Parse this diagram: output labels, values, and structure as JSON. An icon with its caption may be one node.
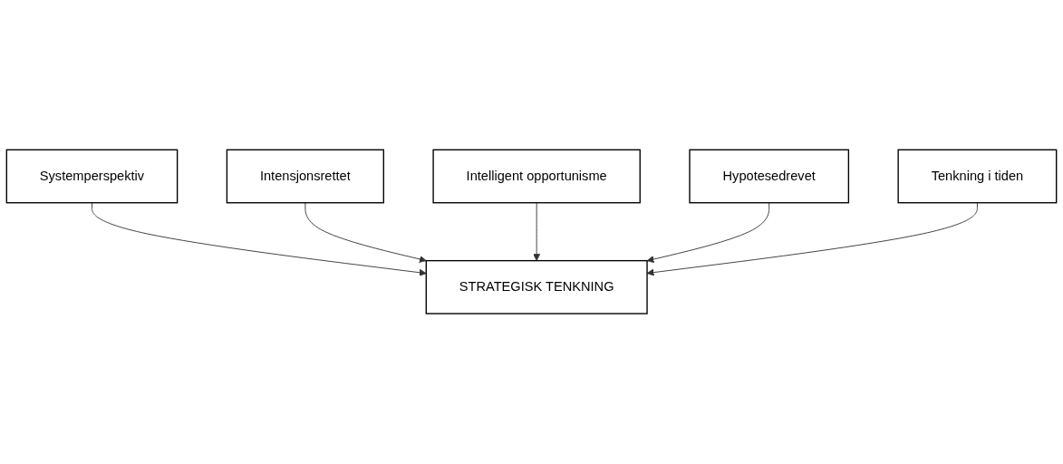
{
  "diagram": {
    "nodes": [
      {
        "text": [
          "Systemperspektiv"
        ]
      },
      {
        "text": [
          "Intensjonsrettet"
        ]
      },
      {
        "text": [
          "STRATEGISK TENKNING"
        ]
      },
      {
        "text": [
          "Intelligent opportunisme"
        ]
      },
      {
        "text": [
          "Tenkning i tiden"
        ]
      },
      {
        "text": [
          "Hypotesedrevet"
        ]
      }
    ],
    "edges": [
      {
        "from": 0,
        "to": 2,
        "arrow": "to"
      },
      {
        "from": 1,
        "to": 2,
        "arrow": "to"
      },
      {
        "from": 3,
        "to": 2,
        "arrow": "to"
      },
      {
        "from": 5,
        "to": 2,
        "arrow": "to"
      },
      {
        "from": 4,
        "to": 2,
        "arrow": "to"
      }
    ]
  }
}
